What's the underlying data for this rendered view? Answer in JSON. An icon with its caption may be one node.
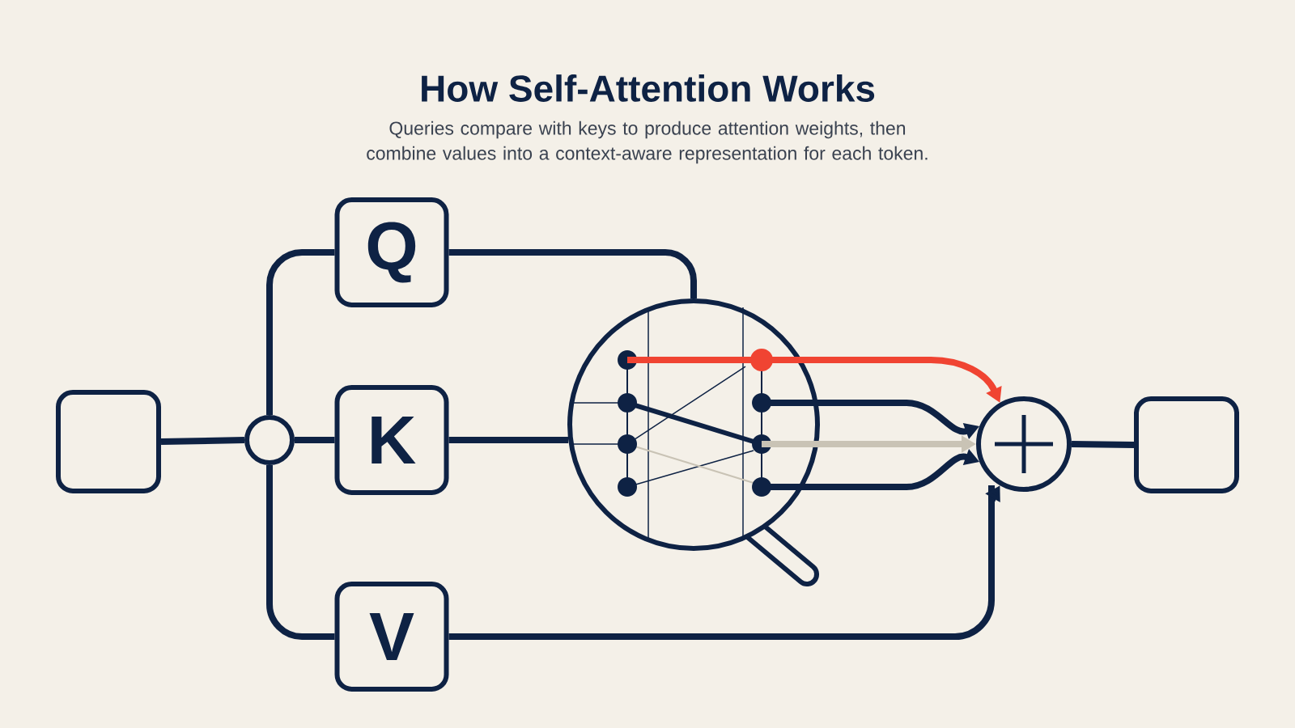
{
  "diagram": {
    "title": "How Self-Attention Works",
    "caption": "Queries compare with keys to produce attention weights, then combine values into a context-aware representation for each token.",
    "nodes": [
      {
        "text": [],
        "shape": "box"
      },
      {
        "text": [],
        "shape": "circle"
      },
      {
        "text": [
          "Q"
        ]
      },
      {
        "text": [
          "K"
        ]
      },
      {
        "text": [
          "V"
        ]
      },
      {
        "text": [],
        "shape": "magnifier"
      },
      {
        "text": [],
        "shape": "circle"
      },
      {
        "text": [],
        "shape": "box"
      }
    ],
    "edges": [
      {
        "from": 0,
        "to": 1,
        "arrow": "none"
      },
      {
        "from": 1,
        "to": 2,
        "arrow": "none"
      },
      {
        "from": 1,
        "to": 3,
        "arrow": "none"
      },
      {
        "from": 1,
        "to": 4,
        "arrow": "none"
      },
      {
        "from": 2,
        "to": 5,
        "arrow": "none"
      },
      {
        "from": 3,
        "to": 5,
        "arrow": "none"
      },
      {
        "from": 5,
        "to": 6,
        "arrow": "to",
        "color": "#f04432"
      },
      {
        "from": 5,
        "to": 6,
        "arrow": "to"
      },
      {
        "from": 5,
        "to": 6,
        "arrow": "to",
        "color": "#c9c3b5"
      },
      {
        "from": 5,
        "to": 6,
        "arrow": "to"
      },
      {
        "from": 4,
        "to": 6,
        "arrow": "to"
      },
      {
        "from": 6,
        "to": 7,
        "arrow": "none"
      }
    ]
  }
}
